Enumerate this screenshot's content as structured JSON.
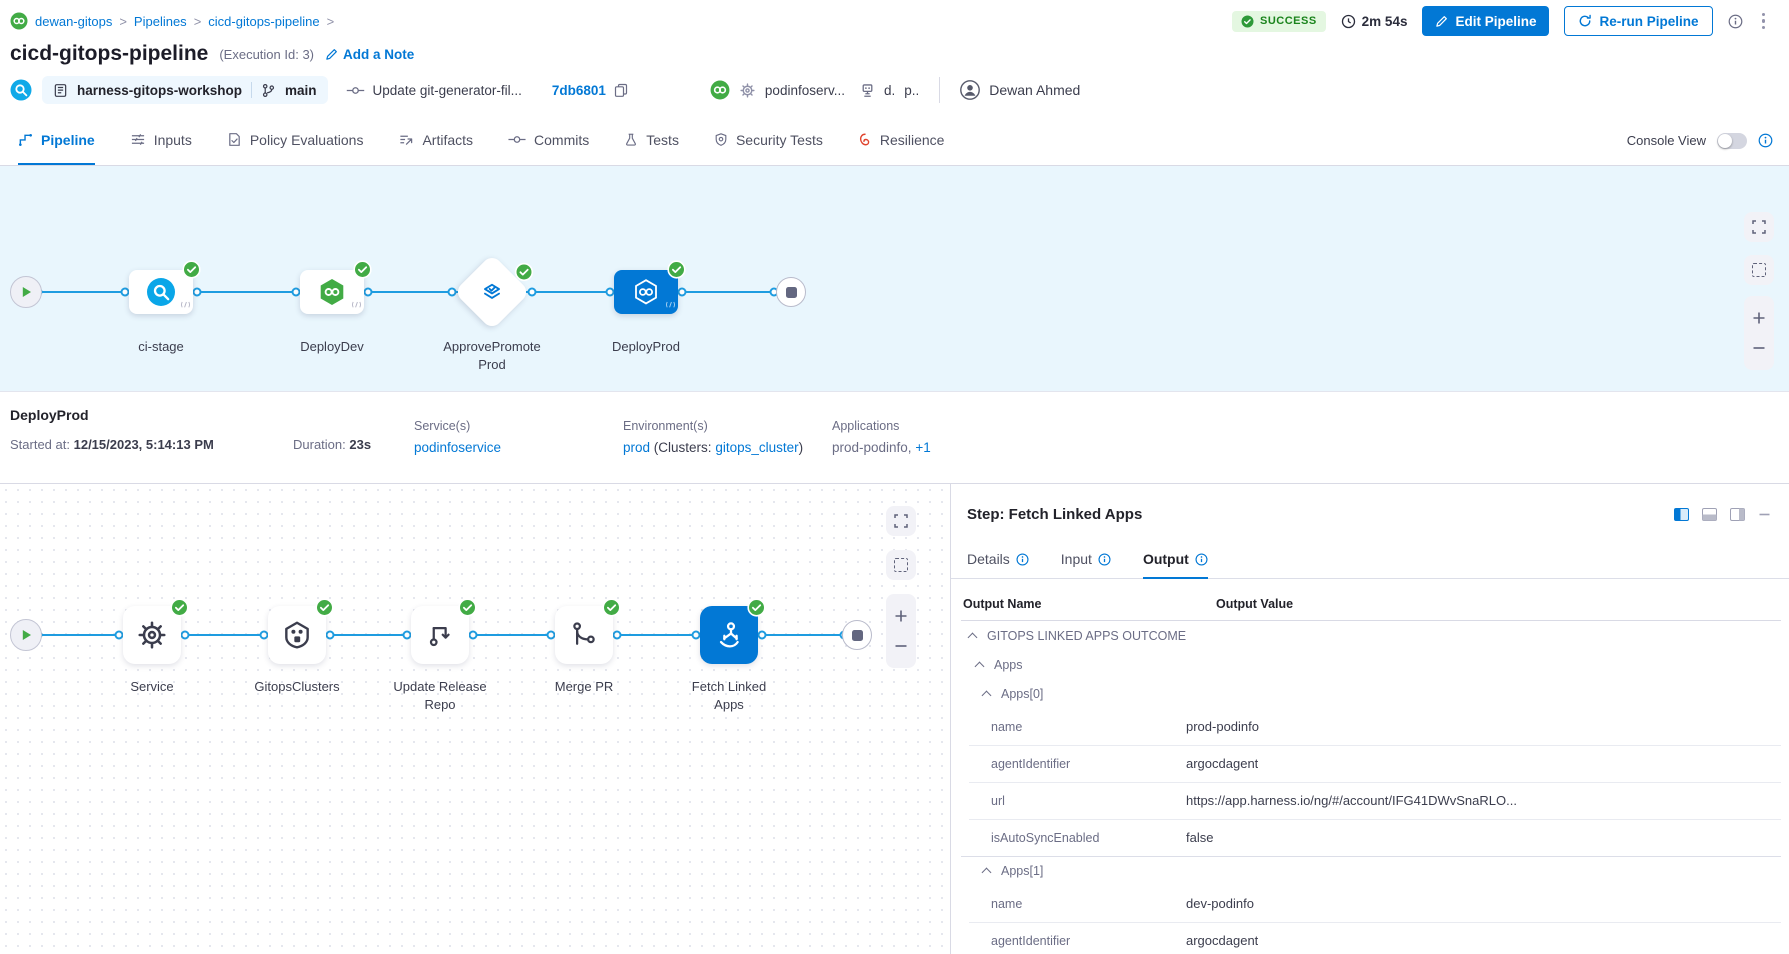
{
  "breadcrumb": {
    "separator": ">",
    "items": [
      "dewan-gitops",
      "Pipelines",
      "cicd-gitops-pipeline"
    ]
  },
  "run_header": {
    "status": "SUCCESS",
    "duration": "2m 54s",
    "edit_button": "Edit Pipeline",
    "rerun_button": "Re-run Pipeline"
  },
  "title": {
    "pipeline_name": "cicd-gitops-pipeline",
    "execution_id": "(Execution Id: 3)",
    "add_note": "Add a Note"
  },
  "meta": {
    "repo": "harness-gitops-workshop",
    "branch": "main",
    "commit_message": "Update git-generator-fil...",
    "commit_sha": "7db6801",
    "service": "podinfoserv...",
    "env_1": "d.",
    "env_2": "p..",
    "user": "Dewan Ahmed"
  },
  "nav": {
    "tabs": [
      {
        "label": "Pipeline"
      },
      {
        "label": "Inputs"
      },
      {
        "label": "Policy Evaluations"
      },
      {
        "label": "Artifacts"
      },
      {
        "label": "Commits"
      },
      {
        "label": "Tests"
      },
      {
        "label": "Security Tests"
      },
      {
        "label": "Resilience"
      }
    ],
    "console_view_label": "Console View"
  },
  "stage_graph": {
    "stages": [
      {
        "label": "ci-stage"
      },
      {
        "label": "DeployDev"
      },
      {
        "label": "ApprovePromoteProd"
      },
      {
        "label": "DeployProd"
      }
    ]
  },
  "stage_details": {
    "name": "DeployProd",
    "started_label": "Started at:",
    "started_value": "12/15/2023, 5:14:13 PM",
    "duration_label": "Duration:",
    "duration_value": "23s",
    "services_label": "Service(s)",
    "service": "podinfoservice",
    "environments_label": "Environment(s)",
    "environment": "prod",
    "clusters_text": "(Clusters:",
    "cluster": "gitops_cluster",
    "clusters_close": ")",
    "applications_label": "Applications",
    "applications_value": "prod-podinfo,",
    "applications_more": "+1"
  },
  "step_graph": {
    "steps": [
      {
        "label": "Service"
      },
      {
        "label": "GitopsClusters"
      },
      {
        "label": "Update Release Repo"
      },
      {
        "label": "Merge PR"
      },
      {
        "label": "Fetch Linked Apps"
      }
    ]
  },
  "panel": {
    "title": "Step: Fetch Linked Apps",
    "tabs": [
      {
        "label": "Details"
      },
      {
        "label": "Input"
      },
      {
        "label": "Output"
      }
    ],
    "table": {
      "col_name": "Output Name",
      "col_value": "Output Value",
      "rows": [
        {
          "type": "section",
          "label": "GITOPS LINKED APPS OUTCOME"
        },
        {
          "type": "section",
          "label": "Apps"
        },
        {
          "type": "section",
          "label": "Apps[0]"
        },
        {
          "type": "kv",
          "label": "name",
          "value": "prod-podinfo"
        },
        {
          "type": "kv",
          "label": "agentIdentifier",
          "value": "argocdagent"
        },
        {
          "type": "kv",
          "label": "url",
          "value": "https://app.harness.io/ng/#/account/IFG41DWvSnaRLO..."
        },
        {
          "type": "kv",
          "label": "isAutoSyncEnabled",
          "value": "false"
        },
        {
          "type": "section",
          "label": "Apps[1]"
        },
        {
          "type": "kv",
          "label": "name",
          "value": "dev-podinfo"
        },
        {
          "type": "kv",
          "label": "agentIdentifier",
          "value": "argocdagent"
        }
      ]
    }
  },
  "colors": {
    "primary": "#0278d5",
    "link": "#0278d5",
    "success_green": "#42ab45",
    "success_badge_bg": "#e4f7e1",
    "success_badge_text": "#1b841d",
    "graph_line": "#1e9ce0",
    "stage_canvas_bg": "#e9f6fd",
    "resilience_icon_red": "#e0432c"
  }
}
